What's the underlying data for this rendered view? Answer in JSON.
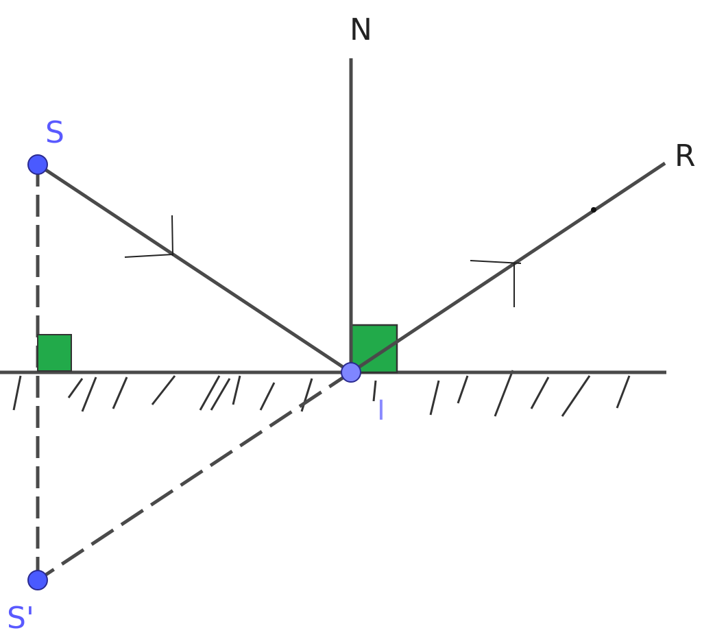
{
  "labels": {
    "normal": "N",
    "reflected": "R",
    "source": "S",
    "image": "S'",
    "incidence": "I"
  },
  "colors": {
    "line": "#4a4a4a",
    "point": "#4a5aff",
    "point_light": "#7f86ff",
    "right_angle": "#22aa4a",
    "label_blue": "#5a5aff"
  }
}
